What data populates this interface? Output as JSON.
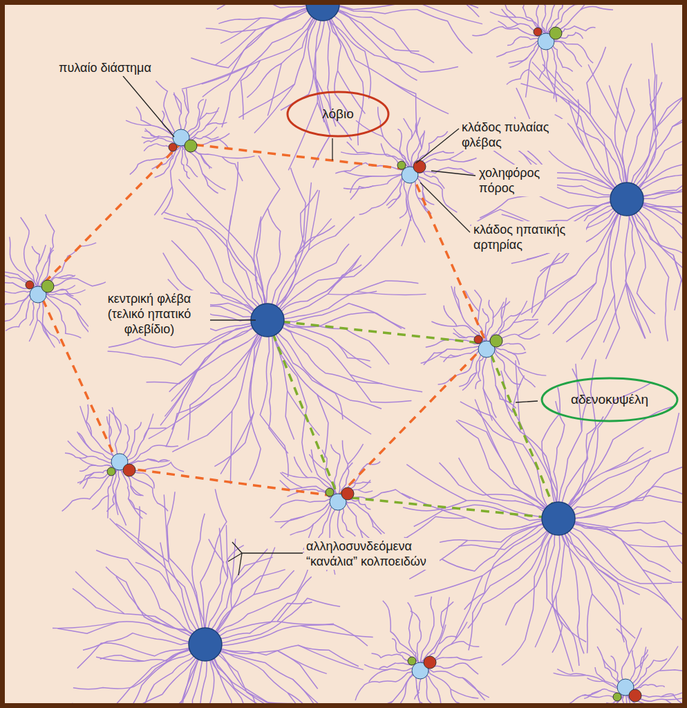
{
  "diagram": {
    "nodes": [
      {
        "text": [
          "λόβιο"
        ]
      },
      {
        "text": [
          "αδενοκυψέλη"
        ]
      }
    ],
    "labels": [
      "πυλαίο διάστημα",
      "κλάδος πυλαίας φλέβας",
      "χοληφόρος πόρος",
      "κλάδος ηπατικής αρτηρίας",
      "κεντρική φλέβα (τελικό ηπατικό φλεβίδιο)",
      "αλληλοσυνδεόμενα “κανάλια” κολποειδών"
    ]
  }
}
